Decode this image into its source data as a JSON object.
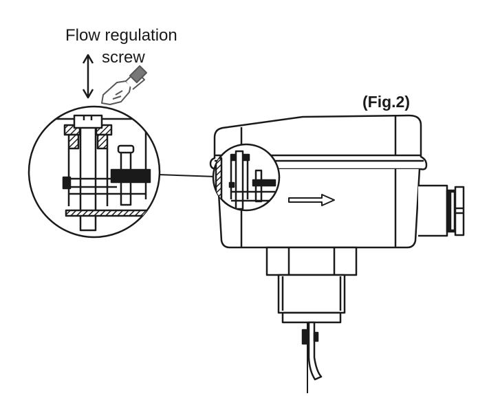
{
  "diagram": {
    "label_line1": "Flow regulation",
    "label_line2": "screw",
    "figure_label": "(Fig.2)",
    "colors": {
      "line": "#1a1a1a",
      "hand": "#555555",
      "background": "#ffffff"
    },
    "parts": [
      "flow-regulation-screw",
      "detail-callout",
      "housing-lid",
      "housing-body",
      "flow-direction-arrow",
      "cable-gland",
      "hex-fitting",
      "threaded-connection",
      "paddle"
    ]
  }
}
